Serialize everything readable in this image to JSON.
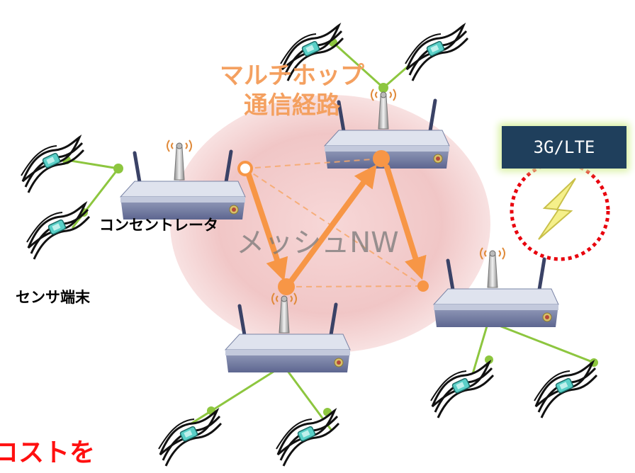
{
  "labels": {
    "multihop_line1": "マルチホップ",
    "multihop_line2": "通信経路",
    "concentrator": "コンセントレータ",
    "mesh_network": "メッシュNW",
    "sensor_terminal": "センサ端末",
    "network_type": "3G/LTE",
    "cost_fragment": "コストを"
  },
  "colors": {
    "route_arrow": "#f79646",
    "link_line": "#8dc63f",
    "mesh_area": "#f2c4c4",
    "network_box": "#1f3f5c",
    "lightning": "#f5f08a",
    "warning_circle": "#e8000d",
    "cost_text": "#ff1010"
  },
  "icons": {
    "router": "wireless-router-icon",
    "sensor": "sensor-terminal-icon",
    "lightning": "lightning-bolt-icon"
  }
}
